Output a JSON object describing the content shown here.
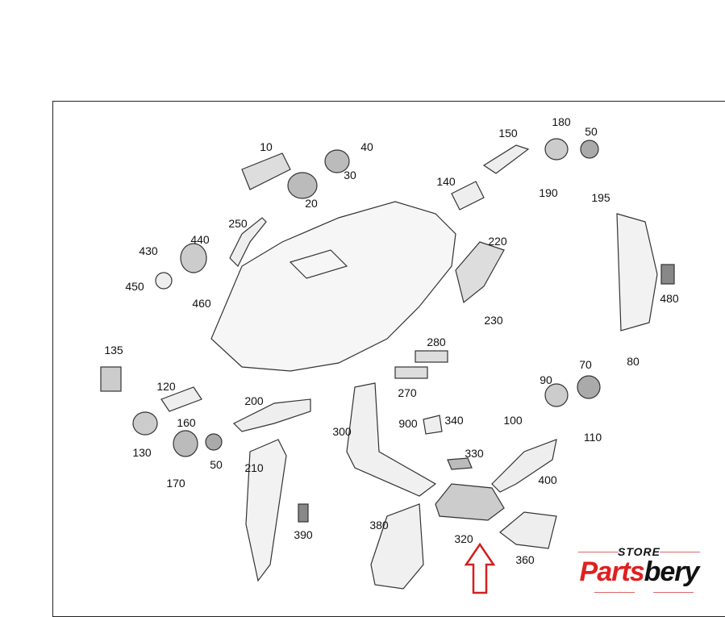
{
  "diagram": {
    "labels": [
      "10",
      "40",
      "30",
      "20",
      "150",
      "180",
      "50",
      "140",
      "190",
      "195",
      "250",
      "440",
      "430",
      "220",
      "450",
      "460",
      "480",
      "230",
      "135",
      "280",
      "70",
      "80",
      "120",
      "90",
      "270",
      "200",
      "900",
      "340",
      "100",
      "160",
      "300",
      "110",
      "330",
      "130",
      "50",
      "210",
      "400",
      "170",
      "380",
      "390",
      "320",
      "360"
    ],
    "highlighted_part": "320",
    "highlight_color": "#d32020"
  },
  "logo": {
    "store": "STORE",
    "brand_red": "Parts",
    "brand_black": "bery"
  }
}
